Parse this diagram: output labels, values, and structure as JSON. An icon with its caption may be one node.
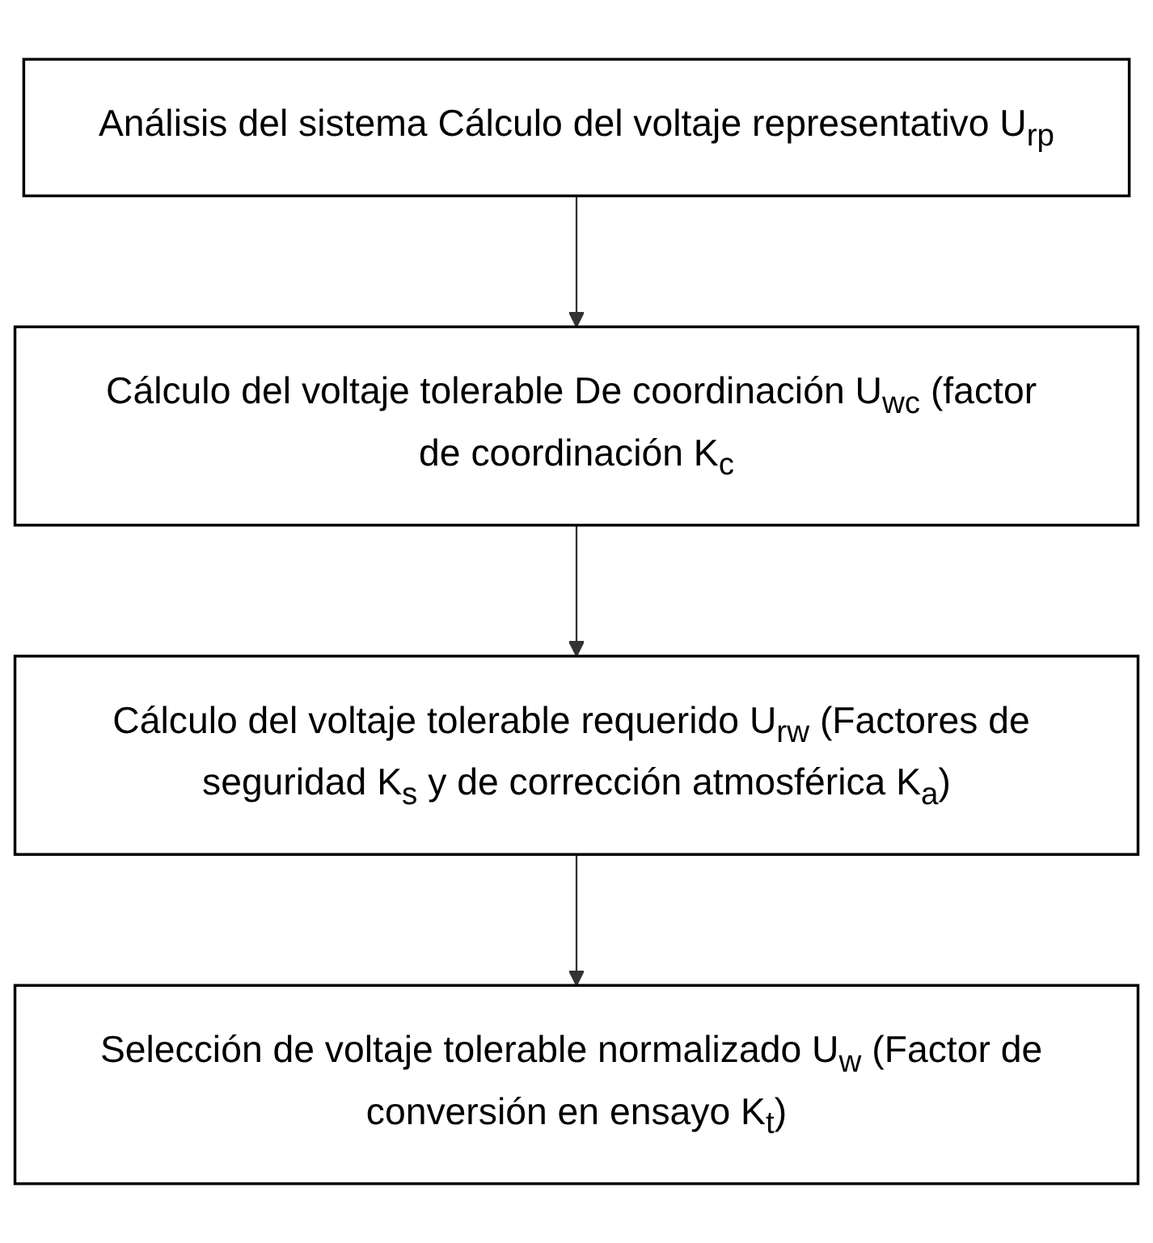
{
  "diagram": {
    "nodes": [
      {
        "text": [
          "Análisis del sistema Cálculo del voltaje representativo U$_{rp}$"
        ]
      },
      {
        "text": [
          "Cálculo del voltaje tolerable De coordinación U$_{wc}$ (factor de coordinación K$_{c}$"
        ]
      },
      {
        "text": [
          "Cálculo del voltaje tolerable requerido U$_{rw}$ (Factores de seguridad K$_{s}$ y de corrección atmosférica K$_{a}$)"
        ]
      },
      {
        "text": [
          "Selección de voltaje tolerable normalizado U$_{w}$ (Factor de conversión en ensayo K$_{t}$)"
        ]
      }
    ],
    "edges": [
      {
        "from": 0,
        "to": 1,
        "arrow": "to"
      },
      {
        "from": 1,
        "to": 2,
        "arrow": "to"
      },
      {
        "from": 2,
        "to": 3,
        "arrow": "to"
      }
    ]
  }
}
